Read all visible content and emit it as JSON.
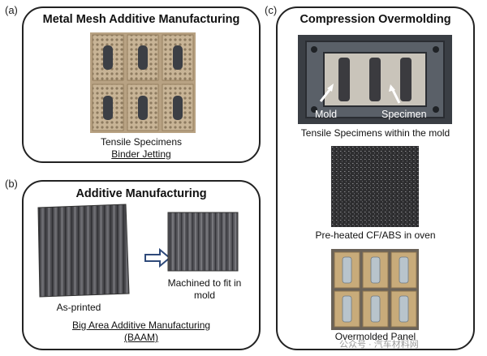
{
  "panel_a": {
    "label": "(a)",
    "title": "Metal Mesh Additive Manufacturing",
    "caption": "Tensile Specimens",
    "process": "Binder Jetting"
  },
  "panel_b": {
    "label": "(b)",
    "title": "Additive Manufacturing",
    "left_caption": "As-printed",
    "right_caption_line1": "Machined to fit in",
    "right_caption_line2": "mold",
    "process_line1": "Big Area Additive Manufacturing",
    "process_line2": "(BAAM)"
  },
  "panel_c": {
    "label": "(c)",
    "title": "Compression Overmolding",
    "mold_label": "Mold",
    "specimen_label": "Specimen",
    "caption1": "Tensile Specimens within the mold",
    "caption2": "Pre-heated CF/ABS in oven",
    "caption3": "Overmolded Panel"
  },
  "watermark": "公众号 · 汽车材料网",
  "colors": {
    "mesh": "#c8b496",
    "fiber": "#3a3a3a",
    "mold": "#4a4f55",
    "arrow": "#2f4a7a"
  }
}
